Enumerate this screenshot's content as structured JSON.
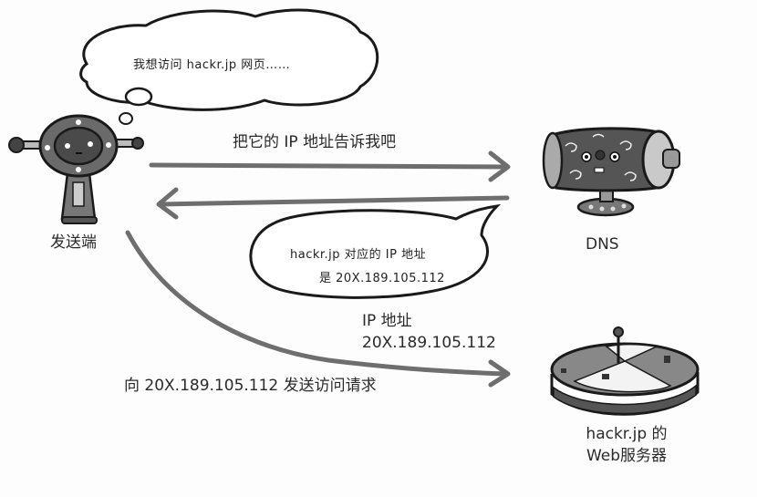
{
  "diagram": {
    "title": "DNS lookup flow",
    "nodes": {
      "sender": {
        "label": "发送端",
        "icon": "robot-icon"
      },
      "dns": {
        "label": "DNS",
        "icon": "dns-server-icon"
      },
      "web": {
        "label_line1": "hackr.jp 的",
        "label_line2": "Web服务器",
        "icon": "web-server-icon"
      }
    },
    "bubbles": {
      "thought": "我想访问 hackr.jp 网页……",
      "reply_line1": "hackr.jp 对应的 IP 地址",
      "reply_line2": "是 20X.189.105.112"
    },
    "arrows": {
      "query": "把它的 IP 地址告诉我吧",
      "ip_label_line1": "IP 地址",
      "ip_label_line2": "20X.189.105.112",
      "request": "向 20X.189.105.112 发送访问请求"
    },
    "colors": {
      "arrow": "#6e6e6e",
      "outline": "#1a1a1a",
      "body_gray": "#7a7a7a",
      "dark_gray": "#4a4a4a"
    }
  }
}
